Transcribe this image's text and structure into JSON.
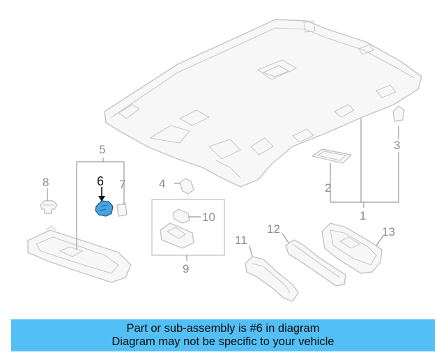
{
  "callouts": {
    "c1": "1",
    "c2": "2",
    "c3": "3",
    "c4": "4",
    "c5": "5",
    "c6": "6",
    "c7": "7",
    "c8": "8",
    "c9": "9",
    "c10": "10",
    "c11": "11",
    "c12": "12",
    "c13": "13"
  },
  "highlight_color": "#4aa3df",
  "caption": {
    "line1": "Part or sub-assembly is #6 in diagram",
    "line2": "Diagram may not be specific to your vehicle",
    "background": "#53c0f5"
  }
}
